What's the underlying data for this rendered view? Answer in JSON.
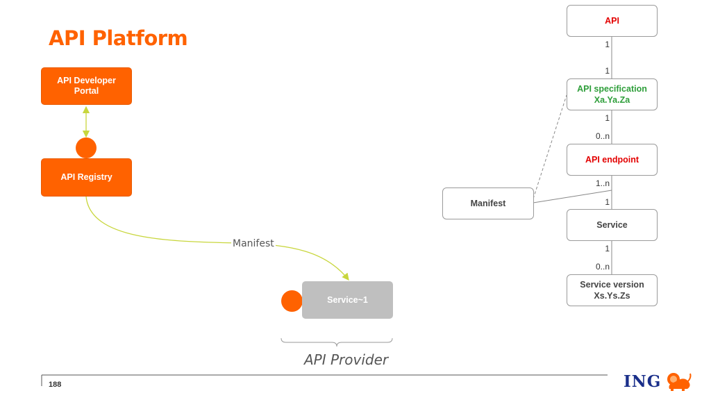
{
  "page": {
    "title": "API Platform",
    "page_number": "188",
    "footer_caption": "API Provider",
    "logo_text": "ING"
  },
  "left_diagram": {
    "nodes": {
      "developer_portal": "API Developer\nPortal",
      "registry": "API Registry",
      "service": "Service~1"
    },
    "edge_label": "Manifest"
  },
  "right_diagram": {
    "nodes": {
      "api": "API",
      "api_specification": "API specification\nXa.Ya.Za",
      "api_endpoint": "API endpoint",
      "service": "Service",
      "service_version": "Service version\nXs.Ys.Zs",
      "manifest": "Manifest"
    },
    "multiplicities": {
      "api_to_spec_top": "1",
      "api_to_spec_bottom": "1",
      "spec_to_endpoint_top": "1",
      "spec_to_endpoint_bottom": "0..n",
      "endpoint_to_service_top": "1..n",
      "endpoint_to_service_bottom": "1",
      "service_to_version_top": "1",
      "service_to_version_bottom": "0..n"
    }
  },
  "colors": {
    "brand_orange": "#ff6200",
    "connector_green": "#c8d63c",
    "label_red": "#e30000",
    "label_green": "#2e9e3a",
    "logo_blue": "#1a2f8a"
  }
}
